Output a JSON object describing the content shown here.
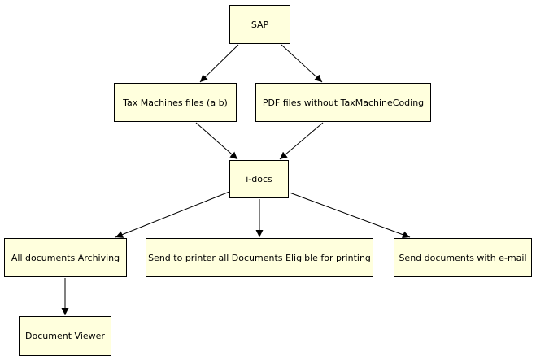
{
  "colors": {
    "node_fill": "#ffffdd",
    "node_border": "#000000",
    "edge": "#000000"
  },
  "nodes": {
    "sap": "SAP",
    "tax_machines": "Tax Machines files (a b)",
    "pdf_files": "PDF files without TaxMachineCoding",
    "idocs": "i-docs",
    "archiving": "All documents Archiving",
    "printer": "Send to printer all Documents Eligible for printing",
    "email": "Send documents with e-mail",
    "viewer": "Document Viewer"
  },
  "edges": [
    {
      "from": "sap",
      "to": "tax_machines"
    },
    {
      "from": "sap",
      "to": "pdf_files"
    },
    {
      "from": "tax_machines",
      "to": "idocs"
    },
    {
      "from": "pdf_files",
      "to": "idocs"
    },
    {
      "from": "idocs",
      "to": "archiving"
    },
    {
      "from": "idocs",
      "to": "printer"
    },
    {
      "from": "idocs",
      "to": "email"
    },
    {
      "from": "archiving",
      "to": "viewer"
    }
  ]
}
